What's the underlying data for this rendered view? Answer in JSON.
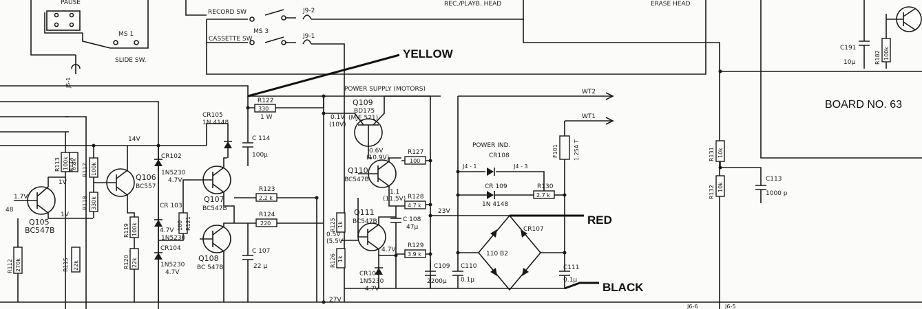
{
  "labels": {
    "pause": "PAUSE",
    "record_sw": "RECORD SW",
    "rec_head": "REC./PLAYB. HEAD",
    "erase_head": "ERASE HEAD",
    "j9_2": "J9-2",
    "j9_1": "J9-1",
    "ms1": "MS 1",
    "ms3": "MS 3",
    "cassette_sw": "CASSETTE SW",
    "slide_sw": "SLIDE SW.",
    "j5_1": "J5-1",
    "yellow": "YELLOW",
    "power_supply": "POWER SUPPLY  (MOTORS)",
    "wt2": "WT2",
    "wt1": "WT1",
    "board": "BOARD  NO. 63",
    "red": "RED",
    "black": "BLACK",
    "power_ind": "POWER IND.",
    "j4_1": "J4 - 1",
    "j4_3": "J4 - 3",
    "v27": "27V",
    "v23": "23V",
    "v14": "14V",
    "v17": "1.7V",
    "v1a": "1V",
    "v1b": "1V",
    "pin48": "48",
    "j6_6": "J6-6",
    "j6_5": "J6-5"
  },
  "transistors": {
    "q105": {
      "name": "Q105",
      "type": "BC547B"
    },
    "q106": {
      "name": "Q106",
      "type": "BC557"
    },
    "q107": {
      "name": "Q107",
      "type": "BC547B"
    },
    "q108": {
      "name": "Q108",
      "type": "BC 547B"
    },
    "q109": {
      "name": "Q109",
      "type": "BD175",
      "alt": "(MJE 521)",
      "v1": "0.1V",
      "v2": "(10V)"
    },
    "q110": {
      "name": "Q110",
      "type": "BC547B",
      "v1": "0.6V",
      "v2": "(10.9V)"
    },
    "q111": {
      "name": "Q111",
      "type": "BC547B",
      "v1": "1.1",
      "v2": "(11.5V)",
      "v3": "0.5V",
      "v4": "(5.5V)",
      "v5": "4.7V"
    }
  },
  "resistors": {
    "r113": {
      "name": "R113",
      "value": "100k"
    },
    "r114": {
      "name": "R114",
      "value": "6.8k"
    },
    "r117": {
      "name": "R117",
      "value": "100k"
    },
    "r118": {
      "name": "R118",
      "value": "330k"
    },
    "r119": {
      "name": "R119",
      "value": "100k"
    },
    "r120": {
      "name": "R120",
      "value": "22k"
    },
    "r121": {
      "name": "R121",
      "value": "100"
    },
    "r112": {
      "name": "R112",
      "value": "270k"
    },
    "r115": {
      "name": "R115",
      "value": "22k"
    },
    "r122": {
      "name": "R122",
      "value": "330",
      "power": "1 W"
    },
    "r123": {
      "name": "R123",
      "value": "2.2 k"
    },
    "r124": {
      "name": "R124",
      "value": "220"
    },
    "r125": {
      "name": "R125",
      "value": "1k"
    },
    "r126": {
      "name": "R126",
      "value": "1k"
    },
    "r127": {
      "name": "R127",
      "value": "100"
    },
    "r128": {
      "name": "R128",
      "value": "4.7 k"
    },
    "r129": {
      "name": "R129",
      "value": "3.9 k"
    },
    "r130": {
      "name": "R130",
      "value": "2.7 k"
    },
    "r131": {
      "name": "R131",
      "value": "10k"
    },
    "r132": {
      "name": "R132",
      "value": "10k"
    },
    "r182": {
      "name": "R182",
      "value": "100k"
    }
  },
  "capacitors": {
    "c107": {
      "name": "C 107",
      "value": "22 μ"
    },
    "c108": {
      "name": "C 108",
      "value": "47μ"
    },
    "c109": {
      "name": "C109",
      "value": "2200μ"
    },
    "c110": {
      "name": "C110",
      "value": "0.1μ"
    },
    "c111": {
      "name": "C111",
      "value": "0.1μ"
    },
    "c113": {
      "name": "C113",
      "value": "1000 p"
    },
    "c114": {
      "name": "C 114",
      "value": "100μ"
    },
    "c191": {
      "name": "C191",
      "value": "10μ"
    }
  },
  "diodes": {
    "cr102": {
      "name": "CR102",
      "type": "1N5230",
      "v": "4.7V"
    },
    "cr103": {
      "name": "CR 103",
      "v": "4.7V",
      "type": "1N5230"
    },
    "cr104": {
      "name": "CR104",
      "type": "1N5230",
      "v": "4.7V"
    },
    "cr105": {
      "name": "CR105",
      "type": "1N 4148"
    },
    "cr106": {
      "name": "CR106",
      "type": "1N5230",
      "v": "4.7V"
    },
    "cr107": {
      "name": "CR107"
    },
    "cr108": {
      "name": "CR108"
    },
    "cr109": {
      "name": "CR 109",
      "type": "1N 4148"
    },
    "bridge": "110  B2"
  },
  "fuse": {
    "name": "F101",
    "value": "1.25A T"
  }
}
